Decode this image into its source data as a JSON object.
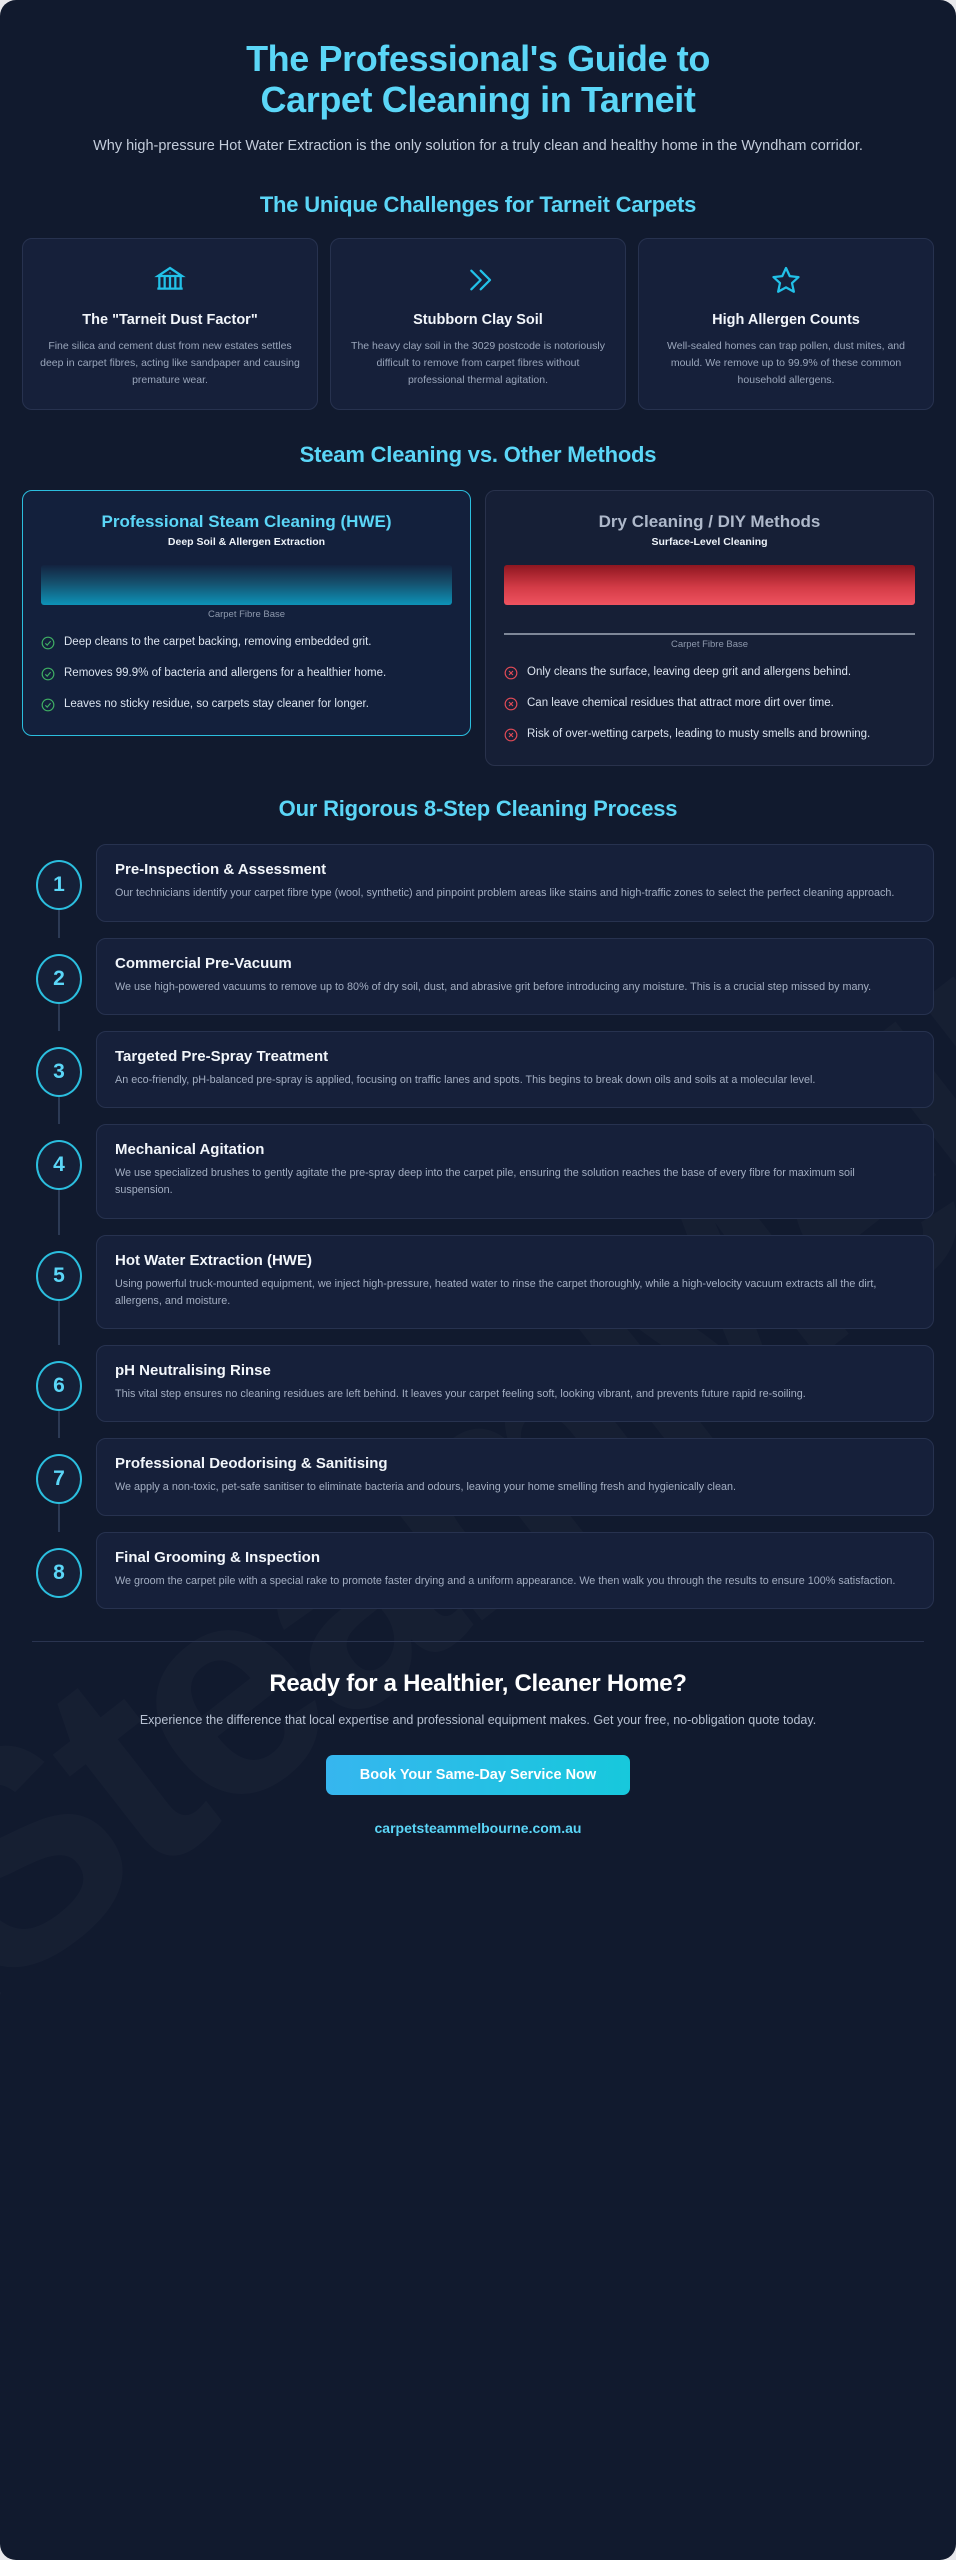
{
  "hero": {
    "title_line1": "The Professional's Guide to",
    "title_line2": "Carpet Cleaning in Tarneit",
    "subtitle": "Why high-pressure Hot Water Extraction is the only solution for a truly clean and healthy home in the Wyndham corridor."
  },
  "watermark_text": "CarpetSteamMelbourne",
  "challenges": {
    "heading": "The Unique Challenges for Tarneit Carpets",
    "cards": [
      {
        "icon": "bank-building-icon",
        "title": "The \"Tarneit Dust Factor\"",
        "desc": "Fine silica and cement dust from new estates settles deep in carpet fibres, acting like sandpaper and causing premature wear."
      },
      {
        "icon": "double-chevron-right-icon",
        "title": "Stubborn Clay Soil",
        "desc": "The heavy clay soil in the 3029 postcode is notoriously difficult to remove from carpet fibres without professional thermal agitation."
      },
      {
        "icon": "star-outline-icon",
        "title": "High Allergen Counts",
        "desc": "Well-sealed homes can trap pollen, dust mites, and mould. We remove up to 99.9% of these common household allergens."
      }
    ]
  },
  "comparison": {
    "heading": "Steam Cleaning vs. Other Methods",
    "good": {
      "title": "Professional Steam Cleaning (HWE)",
      "subtitle": "Deep Soil & Allergen Extraction",
      "bar_label": "Carpet Fibre Base",
      "points": [
        "Deep cleans to the carpet backing, removing embedded grit.",
        "Removes 99.9% of bacteria and allergens for a healthier home.",
        "Leaves no sticky residue, so carpets stay cleaner for longer."
      ]
    },
    "bad": {
      "title": "Dry Cleaning / DIY Methods",
      "subtitle": "Surface-Level Cleaning",
      "bar_label": "Carpet Fibre Base",
      "points": [
        "Only cleans the surface, leaving deep grit and allergens behind.",
        "Can leave chemical residues that attract more dirt over time.",
        "Risk of over-wetting carpets, leading to musty smells and browning."
      ]
    }
  },
  "process": {
    "heading": "Our Rigorous 8-Step Cleaning Process",
    "steps": [
      {
        "number": "1",
        "title": "Pre-Inspection & Assessment",
        "desc": "Our technicians identify your carpet fibre type (wool, synthetic) and pinpoint problem areas like stains and high-traffic zones to select the perfect cleaning approach."
      },
      {
        "number": "2",
        "title": "Commercial Pre-Vacuum",
        "desc": "We use high-powered vacuums to remove up to 80% of dry soil, dust, and abrasive grit before introducing any moisture. This is a crucial step missed by many."
      },
      {
        "number": "3",
        "title": "Targeted Pre-Spray Treatment",
        "desc": "An eco-friendly, pH-balanced pre-spray is applied, focusing on traffic lanes and spots. This begins to break down oils and soils at a molecular level."
      },
      {
        "number": "4",
        "title": "Mechanical Agitation",
        "desc": "We use specialized brushes to gently agitate the pre-spray deep into the carpet pile, ensuring the solution reaches the base of every fibre for maximum soil suspension."
      },
      {
        "number": "5",
        "title": "Hot Water Extraction (HWE)",
        "desc": "Using powerful truck-mounted equipment, we inject high-pressure, heated water to rinse the carpet thoroughly, while a high-velocity vacuum extracts all the dirt, allergens, and moisture."
      },
      {
        "number": "6",
        "title": "pH Neutralising Rinse",
        "desc": "This vital step ensures no cleaning residues are left behind. It leaves your carpet feeling soft, looking vibrant, and prevents future rapid re-soiling."
      },
      {
        "number": "7",
        "title": "Professional Deodorising & Sanitising",
        "desc": "We apply a non-toxic, pet-safe sanitiser to eliminate bacteria and odours, leaving your home smelling fresh and hygienically clean."
      },
      {
        "number": "8",
        "title": "Final Grooming & Inspection",
        "desc": "We groom the carpet pile with a special rake to promote faster drying and a uniform appearance. We then walk you through the results to ensure 100% satisfaction."
      }
    ]
  },
  "cta": {
    "title": "Ready for a Healthier, Cleaner Home?",
    "subtitle": "Experience the difference that local expertise and professional equipment makes. Get your free, no-obligation quote today.",
    "button_label": "Book Your Same-Day Service Now",
    "url": "carpetsteammelbourne.com.au"
  },
  "colors": {
    "accent_cyan": "#5bd6f7",
    "page_bg": "#111a2e",
    "card_bg": "#16203a",
    "good_green": "#3fae63",
    "bad_red": "#e04a56"
  }
}
